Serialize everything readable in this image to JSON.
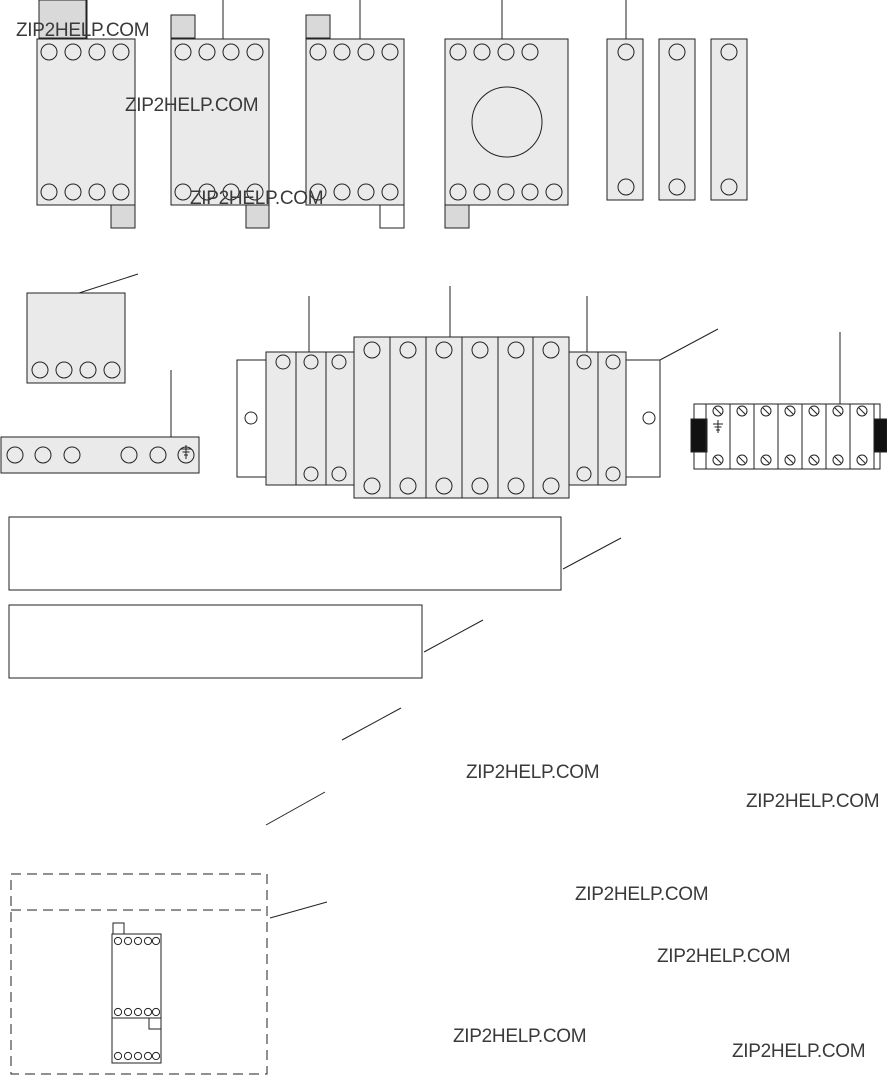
{
  "watermark_text": "ZIP2HELP.COM",
  "watermarks": [
    "ZIP2HELP.COM",
    "ZIP2HELP.COM",
    "ZIP2HELP.COM",
    "ZIP2HELP.COM",
    "ZIP2HELP.COM",
    "ZIP2HELP.COM",
    "ZIP2HELP.COM",
    "ZIP2HELP.COM",
    "ZIP2HELP.COM"
  ],
  "terminal_block": {
    "terminals_per_row": 7,
    "symbols": [
      "ground-symbol"
    ]
  },
  "colors": {
    "line": "#222222",
    "fill": "#eaeaea",
    "tab": "#d9d9d9",
    "dark": "#111111"
  }
}
